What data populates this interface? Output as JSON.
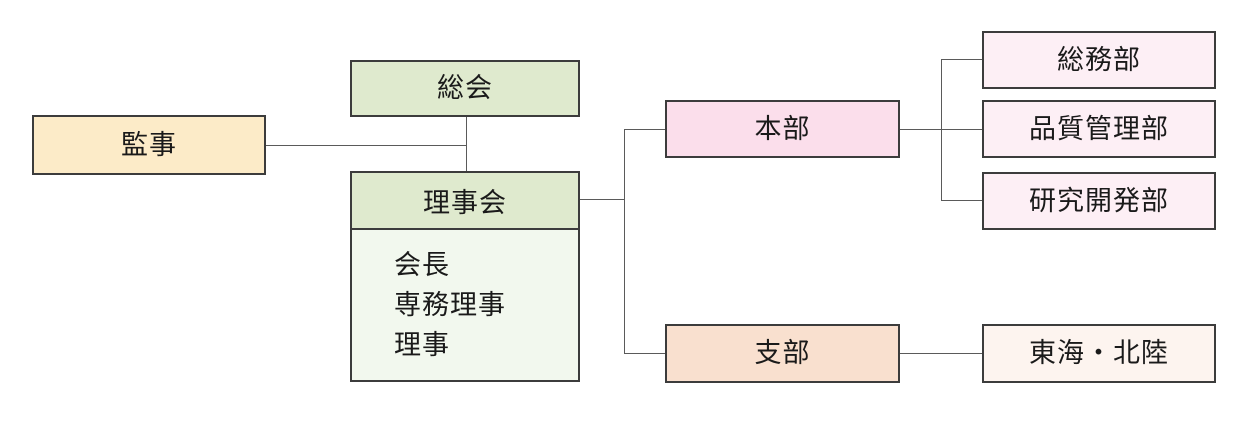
{
  "chart_data": {
    "type": "diagram",
    "diagram_kind": "organization-chart",
    "title": "",
    "language": "ja",
    "nodes": [
      {
        "id": "kanji",
        "label": "監事",
        "fill": "#fcebc8",
        "group": "oversight"
      },
      {
        "id": "soukai",
        "label": "総会",
        "fill": "#dfeace",
        "group": "governance"
      },
      {
        "id": "rijikai",
        "label": "理事会",
        "fill": "#dfeace",
        "group": "governance",
        "members": [
          "会長",
          "専務理事",
          "理事"
        ],
        "body_fill": "#f2f8ee"
      },
      {
        "id": "honbu",
        "label": "本部",
        "fill": "#fbdeeb",
        "group": "headquarters"
      },
      {
        "id": "dept0",
        "label": "総務部",
        "fill": "#fdeff5",
        "group": "department"
      },
      {
        "id": "dept1",
        "label": "品質管理部",
        "fill": "#fdeff5",
        "group": "department"
      },
      {
        "id": "dept2",
        "label": "研究開発部",
        "fill": "#fdeff5",
        "group": "department"
      },
      {
        "id": "shibu",
        "label": "支部",
        "fill": "#f9e0cf",
        "group": "branch-parent"
      },
      {
        "id": "branch0",
        "label": "東海・北陸",
        "fill": "#fdf4ef",
        "group": "branch"
      }
    ],
    "edges": [
      {
        "from": "kanji",
        "to": "soukai-rijikai-stem"
      },
      {
        "from": "soukai",
        "to": "rijikai"
      },
      {
        "from": "rijikai",
        "to": "honbu"
      },
      {
        "from": "rijikai",
        "to": "shibu"
      },
      {
        "from": "honbu",
        "to": "dept0"
      },
      {
        "from": "honbu",
        "to": "dept1"
      },
      {
        "from": "honbu",
        "to": "dept2"
      },
      {
        "from": "shibu",
        "to": "branch0"
      }
    ],
    "colors": {
      "border": "#3c3c3c",
      "connector": "#5a5a5a",
      "background": "#ffffff",
      "text": "#1a1a1a"
    }
  },
  "nodes": {
    "kanji": {
      "label": "監事"
    },
    "soukai": {
      "label": "総会"
    },
    "rijikai": {
      "label": "理事会",
      "members": [
        {
          "label": "会長"
        },
        {
          "label": "専務理事"
        },
        {
          "label": "理事"
        }
      ]
    },
    "honbu": {
      "label": "本部"
    },
    "shibu": {
      "label": "支部"
    },
    "departments": [
      {
        "label": "総務部"
      },
      {
        "label": "品質管理部"
      },
      {
        "label": "研究開発部"
      }
    ],
    "branches": [
      {
        "label": "東海・北陸"
      }
    ]
  }
}
